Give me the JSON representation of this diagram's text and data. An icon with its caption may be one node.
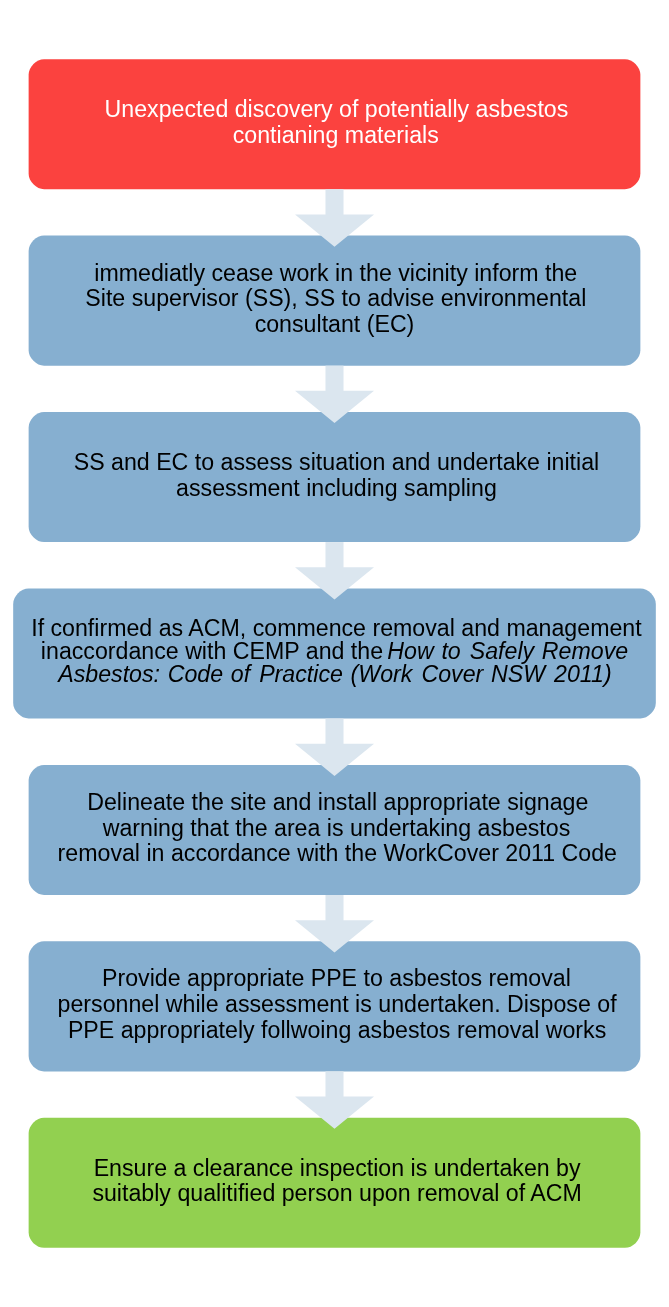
{
  "diagram": {
    "nodes": [
      {
        "text": [
          "Unexpected discovery of potentially asbestos contianing materials"
        ]
      },
      {
        "text": [
          "immediatly cease work in the vicinity inform the Site supervisor (SS), SS to advise environmental consultant (EC)"
        ]
      },
      {
        "text": [
          "SS and EC to assess situation and undertake initial assessment including sampling"
        ]
      },
      {
        "text": [
          "If confirmed as ACM, commence removal and management inaccordance with CEMP and the *How to Safely Remove Asbestos: Code of Practice (Work Cover NSW 2011)*"
        ]
      },
      {
        "text": [
          "Delineate the site and install appropriate signage warning that the area is undertaking asbestos removal in accordance with the WorkCover 2011 Code"
        ]
      },
      {
        "text": [
          "Provide appropriate PPE to asbestos removal personnel while assessment is undertaken. Dispose of PPE appropriately follwoing asbestos removal works"
        ]
      },
      {
        "text": [
          "Ensure a clearance inspection is undertaken by suitably qualitified person upon removal of ACM"
        ]
      }
    ],
    "edges": [
      {
        "from": 0,
        "to": 1,
        "arrow": "to"
      },
      {
        "from": 1,
        "to": 2,
        "arrow": "to"
      },
      {
        "from": 2,
        "to": 3,
        "arrow": "to"
      },
      {
        "from": 3,
        "to": 4,
        "arrow": "to"
      },
      {
        "from": 4,
        "to": 5,
        "arrow": "to"
      },
      {
        "from": 5,
        "to": 6,
        "arrow": "to"
      }
    ]
  }
}
